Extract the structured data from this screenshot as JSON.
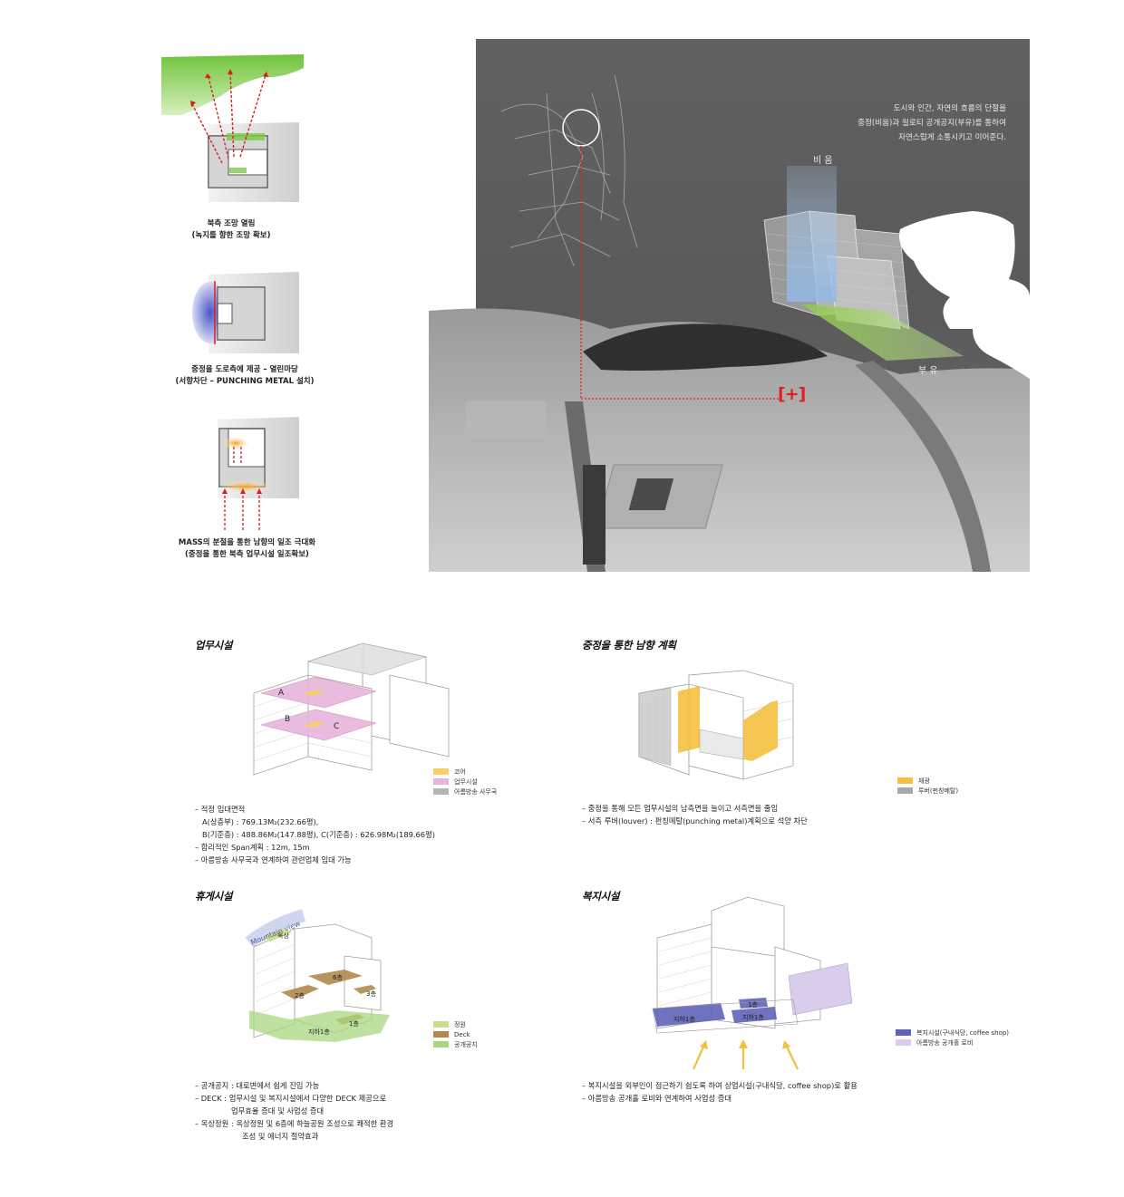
{
  "left_diagrams": {
    "north_view": {
      "line1": "북측 조망 열림",
      "line2": "(녹지를 향한 조망 확보)"
    },
    "courtyard": {
      "line1": "중정을 도로측에 제공 – 열린마당",
      "line2": "(서향차단 – PUNCHING METAL 설치)"
    },
    "sunlight": {
      "line1": "MASS의 분절을 통한 남향의 일조 극대화",
      "line2": "(중정을 통한 북측 업무시설 일조확보)"
    }
  },
  "photo": {
    "text_line1": "도시와 인간, 자연의 흐름의 단절을",
    "text_line2": "중정(비움)과 필로티 공개공지(부유)를 통하여",
    "text_line3": "자연스럽게 소통시키고 이어준다.",
    "label_void": "비 움",
    "label_float": "부 유",
    "marker": "[+]"
  },
  "office": {
    "title": "업무시설",
    "labels": {
      "a": "A",
      "b": "B",
      "c": "C"
    },
    "legend": [
      {
        "color": "#f5cf6a",
        "label": "코어"
      },
      {
        "color": "#e7b4dc",
        "label": "업무시설"
      },
      {
        "color": "#b5b5b5",
        "label": "아름방송 사무국"
      }
    ],
    "bullets": [
      "– 적정 임대면적",
      "A(상층부) : 769.13M₂(232.66평),",
      "B(기준층) : 488.86M₂(147.88평), C(기준층) : 626.98M₂(189.66평)",
      "– 합리적인 Span계획 : 12m, 15m",
      "– 아름방송 사무국과 연계하여 관련업체 임대 가능"
    ]
  },
  "south": {
    "title": "중정을 통한 남향 계획",
    "legend": [
      {
        "color": "#f5c040",
        "label": "채광"
      },
      {
        "color": "#a8a8a8",
        "label": "루버(펀칭메탈)"
      }
    ],
    "bullets": [
      "– 중정을 통해 모든 업무시설의 남측면을 늘이고 서측면을 줄임",
      "– 서측 루버(louver) : 펀칭메탈(punching metal)계획으로 석양 차단"
    ]
  },
  "rest": {
    "title": "휴게시설",
    "mountain_view": "Mountain view",
    "floor_labels": {
      "roof": "옥상",
      "f6": "6층",
      "f2": "2층",
      "f3": "3층",
      "b1": "지하1층",
      "f1": "1층"
    },
    "legend": [
      {
        "color": "#c9dd8c",
        "label": "정원"
      },
      {
        "color": "#b08a4c",
        "label": "Deck"
      },
      {
        "color": "#a9d780",
        "label": "공개공지"
      }
    ],
    "bullets": [
      "– 공개공지 : 대로변에서 쉽게 진입 가능",
      "– DECK : 업무시설 및 복지시설에서 다양한 DECK 제공으로",
      "업무효율 증대 및 사업성 증대",
      "– 옥상정원 : 옥상정원 및 6층에 하늘공원 조성으로 쾌적한 환경",
      "조성 및 에너지 절약효과"
    ]
  },
  "welfare": {
    "title": "복지시설",
    "floor_labels": {
      "b1a": "지하1층",
      "f1": "1층",
      "b1b": "지하1층"
    },
    "legend": [
      {
        "color": "#5e63b8",
        "label": "복지시설(구내식당, coffee shop)"
      },
      {
        "color": "#d8cdea",
        "label": "아름방송 공개홀 로비"
      }
    ],
    "bullets": [
      "– 복지시설을 외부인이 접근하기 쉽도록 하여 상업시설(구내식당, coffee shop)로 활용",
      "– 아름방송 공개홀 로비와 연계하여 사업성 증대"
    ]
  }
}
